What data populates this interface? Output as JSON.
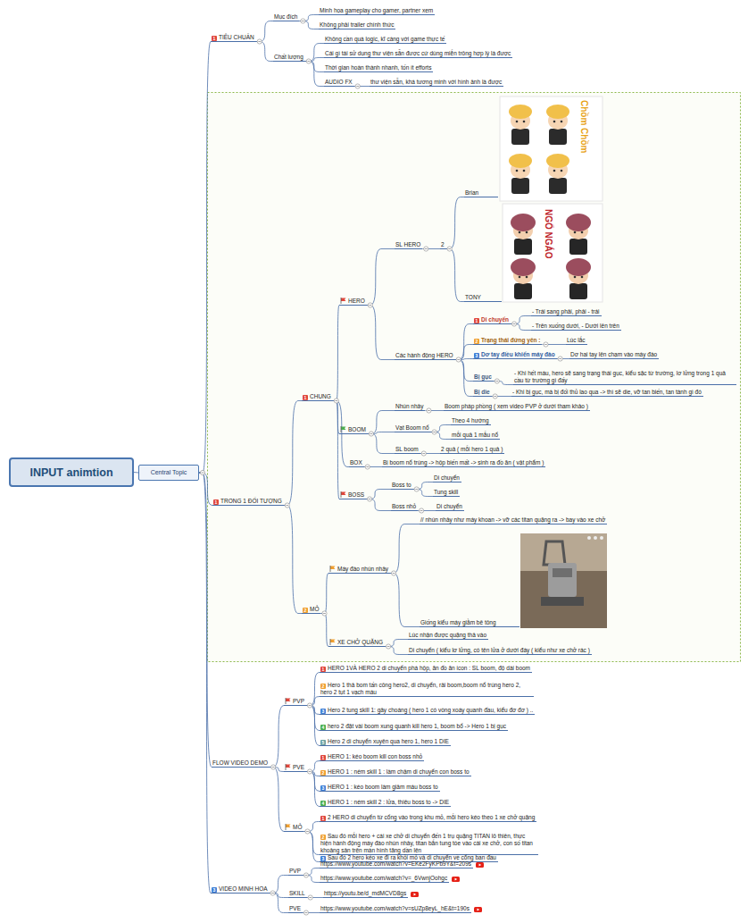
{
  "diagram": {
    "nodes": [
      {
        "text": [
          "INPUT animtion"
        ]
      },
      {
        "text": [
          "Central Topic"
        ]
      },
      {
        "text": [
          "1",
          "TIÊU CHUẨN"
        ]
      },
      {
        "text": [
          "Mục đích"
        ]
      },
      {
        "text": [
          "Minh họa gameplay cho gamer, partner xem"
        ]
      },
      {
        "text": [
          "Không phải trailer chính thức"
        ]
      },
      {
        "text": [
          "Chất lượng"
        ]
      },
      {
        "text": [
          "Không cần quá logic, kĩ càng với game thực tế"
        ]
      },
      {
        "text": [
          "Cái gì tái sử dụng thư viện sẵn được cứ dùng miễn trông hợp lý là được"
        ]
      },
      {
        "text": [
          "Thời gian hoàn thành nhanh, tốn ít efforts"
        ]
      },
      {
        "text": [
          "AUDIO FX"
        ]
      },
      {
        "text": [
          "thư viện sẵn, khá tương minh với hình ảnh là được"
        ]
      },
      {
        "text": [
          "1",
          "TRONG 1 ĐỐI TƯỢNG"
        ]
      },
      {
        "text": [
          "1",
          "CHUNG"
        ]
      },
      {
        "text": [
          "HERO"
        ]
      },
      {
        "text": [
          "SL HERO"
        ]
      },
      {
        "text": [
          "2"
        ]
      },
      {
        "text": [
          "Brian"
        ]
      },
      {
        "text": [
          "TONY"
        ]
      },
      {
        "text": [
          "Các hành động HERO"
        ]
      },
      {
        "text": [
          "1",
          "Di chuyển"
        ]
      },
      {
        "text": [
          "- Trái sang phải, phải - trái"
        ]
      },
      {
        "text": [
          "- Trên xuống dưới, - Dưới lên trên"
        ]
      },
      {
        "text": [
          "2",
          "Trạng thái đứng yên :"
        ]
      },
      {
        "text": [
          "Lúc lắc"
        ]
      },
      {
        "text": [
          "3",
          "Dơ tay điều khiển máy đào"
        ]
      },
      {
        "text": [
          "Dơ hai tay lên chạm vào máy đào"
        ]
      },
      {
        "text": [
          "Bị gục"
        ]
      },
      {
        "text": [
          "- Khi hết máu, hero sẽ sang trạng thái gục, kiểu sặc từ trường, lơ lửng trong 1 quả cầu từ trường gì đấy"
        ]
      },
      {
        "text": [
          "Bị die"
        ]
      },
      {
        "text": [
          "- Khi bị gục, mà bị đối thủ lao qua -> thì sẽ die, vỡ tan biến, tan tành gì đó"
        ]
      },
      {
        "text": [
          "BOOM"
        ]
      },
      {
        "text": [
          "Nhún nhảy"
        ]
      },
      {
        "text": [
          "Boom pháp phồng ( xem video PVP ở dưới tham khảo )"
        ]
      },
      {
        "text": [
          "Vạt Boom nổ"
        ]
      },
      {
        "text": [
          "Theo 4 hướng"
        ]
      },
      {
        "text": [
          "mỗi quả 1 mẫu nổ"
        ]
      },
      {
        "text": [
          "SL boom"
        ]
      },
      {
        "text": [
          "2 quả ( mỗi hero 1 quả )"
        ]
      },
      {
        "text": [
          "BOX"
        ]
      },
      {
        "text": [
          "Bị boom nổ trúng -> hộp biến mất -> sinh ra đồ ăn ( vật phẩm )"
        ]
      },
      {
        "text": [
          "BOSS"
        ]
      },
      {
        "text": [
          "Boss to"
        ]
      },
      {
        "text": [
          "Di chuyển"
        ]
      },
      {
        "text": [
          "Tung skill"
        ]
      },
      {
        "text": [
          "Boss nhỏ"
        ]
      },
      {
        "text": [
          "Di chuyển"
        ]
      },
      {
        "text": [
          "2",
          "MỎ"
        ]
      },
      {
        "text": [
          "Máy đào nhún nhảy"
        ]
      },
      {
        "text": [
          "// nhún nhảy như máy khoan -> vỡ các titan quặng ra -> bay vào xe chở"
        ]
      },
      {
        "text": [
          "Giống kiểu máy giằm bê tông"
        ]
      },
      {
        "text": [
          "XE CHỞ QUẶNG"
        ]
      },
      {
        "text": [
          "Lúc nhận được quặng thả vào"
        ]
      },
      {
        "text": [
          "Di chuyển ( kiểu lơ lửng, có tên lửa ở dưới đáy ( kiểu như xe chở rác )"
        ]
      },
      {
        "text": [
          "FLOW VIDEO DEMO"
        ]
      },
      {
        "text": [
          "PVP"
        ]
      },
      {
        "text": [
          "1",
          "HERO 1VÀ HERO 2 di chuyển phá hộp, ăn đồ ăn icon : SL boom, độ dài boom"
        ]
      },
      {
        "text": [
          "2",
          "Hero 1 thả bom tấn công hero2, di chuyển, rải boom,boom nổ trúng hero 2, hero 2 tụt 1 vạch máu"
        ]
      },
      {
        "text": [
          "3",
          "Hero 2 tung skill 1: gây choáng ( hero 1 có vòng xoáy quanh đầu, kiểu đơ đơ ) .."
        ]
      },
      {
        "text": [
          "4",
          "hero 2 đặt vài boom xung quanh kill hero 1, boom bổ -> Hero 1 bị gục"
        ]
      },
      {
        "text": [
          "5",
          "Hero 2 di chuyển xuyên qua hero 1, hero 1 DIE"
        ]
      },
      {
        "text": [
          "PVE"
        ]
      },
      {
        "text": [
          "1",
          "HERO 1: kéo boom kill con boss nhỏ"
        ]
      },
      {
        "text": [
          "2",
          "HERO 1 : ném skill 1 : làm chậm di chuyển con boss to"
        ]
      },
      {
        "text": [
          "3",
          "HERO 1 : kéo boom làm giảm máu boss to"
        ]
      },
      {
        "text": [
          "4",
          "HERO 1 : ném skill 2 : lửa, thiêu boss to -> DIE"
        ]
      },
      {
        "text": [
          "MỎ"
        ]
      },
      {
        "text": [
          "1",
          "2 HERO di chuyển từ cổng vào trong khu mỏ, mỗi hero kéo theo 1 xe chở quặng"
        ]
      },
      {
        "text": [
          "2",
          "Sau đó mỗi hero + cái xe chở di chuyển đến 1 trụ quặng TITAN lô thiên, thực hiện hành động máy đào nhún nhảy, titan bắn tung tóe vào cái xe chở, con số titan khoảng sản trên màn hình tăng dần lên"
        ]
      },
      {
        "text": [
          "3",
          "Sau đó 2 hero kéo xe đi ra khỏi mỏ và di chuyển về cổng ban đầu"
        ]
      },
      {
        "text": [
          "3",
          "VIDEO MINH HOA"
        ]
      },
      {
        "text": [
          "PVP"
        ]
      },
      {
        "text": [
          "https://www.youtube.com/watch?v=EKe2FyKPb9Y&t=209s"
        ]
      },
      {
        "text": [
          "https://www.youtube.com/watch?v=_6VwnjOohgc"
        ]
      },
      {
        "text": [
          "SKILL"
        ]
      },
      {
        "text": [
          "https://youtu.be/d_mdMCVD8gs"
        ]
      },
      {
        "text": [
          "PVE"
        ]
      },
      {
        "text": [
          "https://www.youtube.com/watch?v=sUZp8eyL_hE&t=190s"
        ]
      }
    ],
    "edges": [
      {
        "from": 0,
        "to": 1,
        "arrow": "none"
      },
      {
        "from": 1,
        "to": 2,
        "arrow": "none"
      },
      {
        "from": 1,
        "to": 12,
        "arrow": "none"
      },
      {
        "from": 1,
        "to": 54,
        "arrow": "none"
      },
      {
        "from": 1,
        "to": 70,
        "arrow": "none"
      },
      {
        "from": 2,
        "to": 3,
        "arrow": "none"
      },
      {
        "from": 2,
        "to": 6,
        "arrow": "none"
      },
      {
        "from": 3,
        "to": 4,
        "arrow": "none"
      },
      {
        "from": 3,
        "to": 5,
        "arrow": "none"
      },
      {
        "from": 6,
        "to": 7,
        "arrow": "none"
      },
      {
        "from": 6,
        "to": 8,
        "arrow": "none"
      },
      {
        "from": 6,
        "to": 9,
        "arrow": "none"
      },
      {
        "from": 6,
        "to": 10,
        "arrow": "none"
      },
      {
        "from": 10,
        "to": 11,
        "arrow": "none"
      },
      {
        "from": 12,
        "to": 13,
        "arrow": "none"
      },
      {
        "from": 12,
        "to": 47,
        "arrow": "none"
      },
      {
        "from": 13,
        "to": 14,
        "arrow": "none"
      },
      {
        "from": 13,
        "to": 31,
        "arrow": "none"
      },
      {
        "from": 13,
        "to": 39,
        "arrow": "none"
      },
      {
        "from": 13,
        "to": 41,
        "arrow": "none"
      },
      {
        "from": 14,
        "to": 15,
        "arrow": "none"
      },
      {
        "from": 14,
        "to": 19,
        "arrow": "none"
      },
      {
        "from": 15,
        "to": 16,
        "arrow": "none"
      },
      {
        "from": 16,
        "to": 17,
        "arrow": "none"
      },
      {
        "from": 16,
        "to": 18,
        "arrow": "none"
      },
      {
        "from": 19,
        "to": 20,
        "arrow": "none"
      },
      {
        "from": 19,
        "to": 23,
        "arrow": "none"
      },
      {
        "from": 19,
        "to": 25,
        "arrow": "none"
      },
      {
        "from": 19,
        "to": 27,
        "arrow": "none"
      },
      {
        "from": 19,
        "to": 29,
        "arrow": "none"
      },
      {
        "from": 20,
        "to": 21,
        "arrow": "none"
      },
      {
        "from": 20,
        "to": 22,
        "arrow": "none"
      },
      {
        "from": 23,
        "to": 24,
        "arrow": "none"
      },
      {
        "from": 25,
        "to": 26,
        "arrow": "none"
      },
      {
        "from": 27,
        "to": 28,
        "arrow": "none"
      },
      {
        "from": 29,
        "to": 30,
        "arrow": "none"
      },
      {
        "from": 31,
        "to": 32,
        "arrow": "none"
      },
      {
        "from": 31,
        "to": 34,
        "arrow": "none"
      },
      {
        "from": 31,
        "to": 37,
        "arrow": "none"
      },
      {
        "from": 32,
        "to": 33,
        "arrow": "none"
      },
      {
        "from": 34,
        "to": 35,
        "arrow": "none"
      },
      {
        "from": 34,
        "to": 36,
        "arrow": "none"
      },
      {
        "from": 37,
        "to": 38,
        "arrow": "none"
      },
      {
        "from": 39,
        "to": 40,
        "arrow": "none"
      },
      {
        "from": 41,
        "to": 42,
        "arrow": "none"
      },
      {
        "from": 41,
        "to": 45,
        "arrow": "none"
      },
      {
        "from": 42,
        "to": 43,
        "arrow": "none"
      },
      {
        "from": 42,
        "to": 44,
        "arrow": "none"
      },
      {
        "from": 45,
        "to": 46,
        "arrow": "none"
      },
      {
        "from": 47,
        "to": 48,
        "arrow": "none"
      },
      {
        "from": 47,
        "to": 51,
        "arrow": "none"
      },
      {
        "from": 48,
        "to": 49,
        "arrow": "none"
      },
      {
        "from": 48,
        "to": 50,
        "arrow": "none"
      },
      {
        "from": 51,
        "to": 52,
        "arrow": "none"
      },
      {
        "from": 51,
        "to": 53,
        "arrow": "none"
      },
      {
        "from": 54,
        "to": 55,
        "arrow": "none"
      },
      {
        "from": 54,
        "to": 61,
        "arrow": "none"
      },
      {
        "from": 54,
        "to": 66,
        "arrow": "none"
      },
      {
        "from": 55,
        "to": 56,
        "arrow": "none"
      },
      {
        "from": 55,
        "to": 57,
        "arrow": "none"
      },
      {
        "from": 55,
        "to": 58,
        "arrow": "none"
      },
      {
        "from": 55,
        "to": 59,
        "arrow": "none"
      },
      {
        "from": 55,
        "to": 60,
        "arrow": "none"
      },
      {
        "from": 61,
        "to": 62,
        "arrow": "none"
      },
      {
        "from": 61,
        "to": 63,
        "arrow": "none"
      },
      {
        "from": 61,
        "to": 64,
        "arrow": "none"
      },
      {
        "from": 61,
        "to": 65,
        "arrow": "none"
      },
      {
        "from": 66,
        "to": 67,
        "arrow": "none"
      },
      {
        "from": 66,
        "to": 68,
        "arrow": "none"
      },
      {
        "from": 66,
        "to": 69,
        "arrow": "none"
      },
      {
        "from": 70,
        "to": 71,
        "arrow": "none"
      },
      {
        "from": 70,
        "to": 74,
        "arrow": "none"
      },
      {
        "from": 70,
        "to": 76,
        "arrow": "none"
      },
      {
        "from": 71,
        "to": 72,
        "arrow": "none"
      },
      {
        "from": 71,
        "to": 73,
        "arrow": "none"
      },
      {
        "from": 74,
        "to": 75,
        "arrow": "none"
      },
      {
        "from": 76,
        "to": 77,
        "arrow": "none"
      }
    ],
    "labels": [
      "Chồm Chồm",
      "NGỔ NGÁO"
    ]
  }
}
